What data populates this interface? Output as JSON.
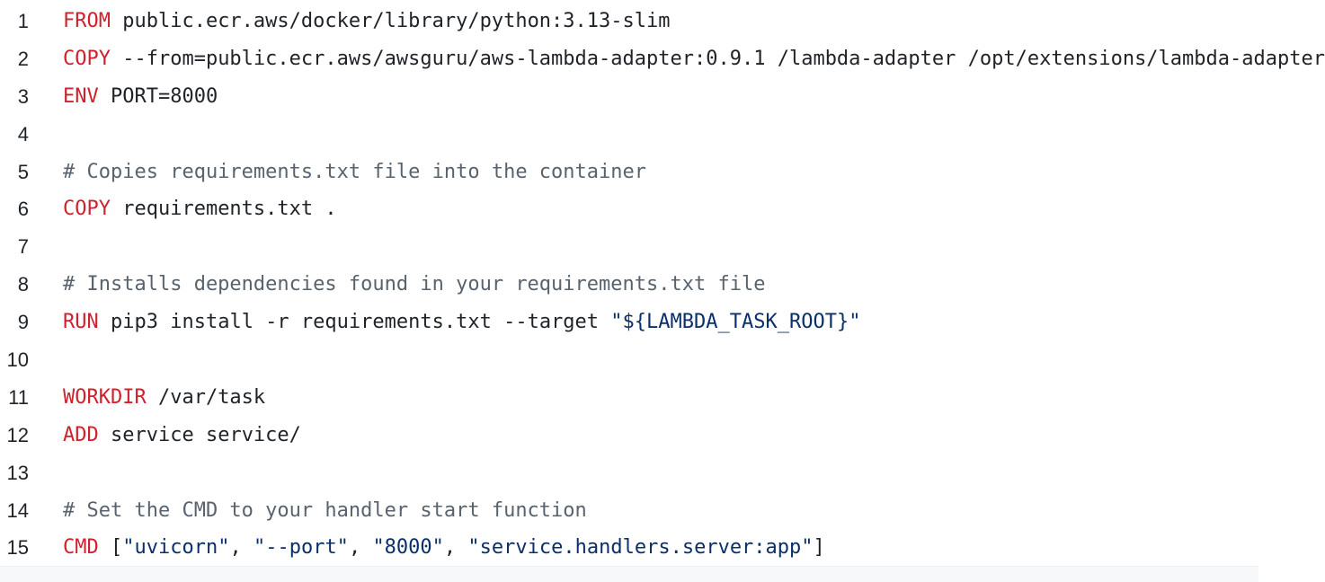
{
  "editor": {
    "lines": [
      {
        "number": "1",
        "keyword": "FROM",
        "text": " public.ecr.aws/docker/library/python:3.13-slim"
      },
      {
        "number": "2",
        "keyword": "COPY",
        "text": " --from=public.ecr.aws/awsguru/aws-lambda-adapter:0.9.1 /lambda-adapter /opt/extensions/lambda-adapter"
      },
      {
        "number": "3",
        "keyword": "ENV",
        "text": " PORT=8000"
      },
      {
        "number": "4"
      },
      {
        "number": "5",
        "comment": "# Copies requirements.txt file into the container"
      },
      {
        "number": "6",
        "keyword": "COPY",
        "text": " requirements.txt ."
      },
      {
        "number": "7"
      },
      {
        "number": "8",
        "comment": "# Installs dependencies found in your requirements.txt file"
      },
      {
        "number": "9",
        "keyword": "RUN",
        "text": " pip3 install -r requirements.txt --target ",
        "string": "\"${LAMBDA_TASK_ROOT}\""
      },
      {
        "number": "10"
      },
      {
        "number": "11",
        "keyword": "WORKDIR",
        "text": " /var/task"
      },
      {
        "number": "12",
        "keyword": "ADD",
        "text": " service service/"
      },
      {
        "number": "13"
      },
      {
        "number": "14",
        "comment": "# Set the CMD to your handler start function"
      },
      {
        "number": "15",
        "keyword": "CMD",
        "tokens": [
          " [",
          "\"uvicorn\"",
          ", ",
          "\"--port\"",
          ", ",
          "\"8000\"",
          ", ",
          "\"service.handlers.server:app\"",
          "]"
        ]
      }
    ]
  },
  "colors": {
    "keyword": "#cf222e",
    "comment": "#59636e",
    "string": "#0a3069",
    "text": "#1f2328",
    "scrollbar": "#f6f8fa"
  }
}
